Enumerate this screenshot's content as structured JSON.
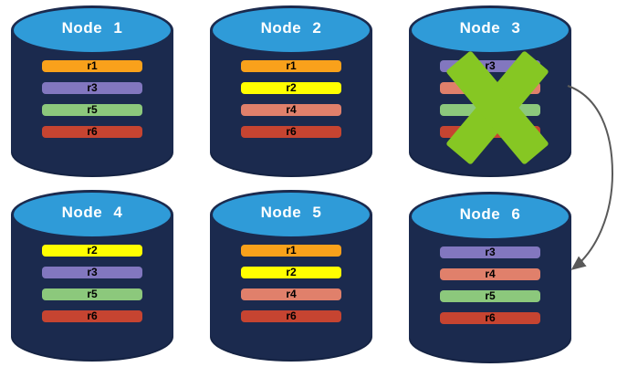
{
  "diagram": {
    "description": "Replica placement across six database nodes; Node 3 has failed and its replicas are redirected to Node 6",
    "colors": {
      "cylinder_body": "#1B2A4E",
      "cylinder_top": "#2F9BD8",
      "title_text": "#FFFFFF",
      "bar_text": "#000000",
      "failure_x": "#86C723",
      "arrow": "#595959"
    },
    "arrow": {
      "from": "Node 3",
      "to": "Node 6"
    },
    "nodes": [
      {
        "title": "Node 1",
        "failed": false,
        "replicas": [
          {
            "label": "r1",
            "color": "#F9A11B"
          },
          {
            "label": "r3",
            "color": "#8277BF"
          },
          {
            "label": "r5",
            "color": "#8CC87C"
          },
          {
            "label": "r6",
            "color": "#C64431"
          }
        ]
      },
      {
        "title": "Node 2",
        "failed": false,
        "replicas": [
          {
            "label": "r1",
            "color": "#F9A11B"
          },
          {
            "label": "r2",
            "color": "#FFFF00"
          },
          {
            "label": "r4",
            "color": "#E0806B"
          },
          {
            "label": "r6",
            "color": "#C64431"
          }
        ]
      },
      {
        "title": "Node 3",
        "failed": true,
        "replicas": [
          {
            "label": "r3",
            "color": "#8277BF"
          },
          {
            "label": "r4",
            "color": "#E0806B"
          },
          {
            "label": "r5",
            "color": "#8CC87C"
          },
          {
            "label": "r6",
            "color": "#C64431"
          }
        ]
      },
      {
        "title": "Node 4",
        "failed": false,
        "replicas": [
          {
            "label": "r2",
            "color": "#FFFF00"
          },
          {
            "label": "r3",
            "color": "#8277BF"
          },
          {
            "label": "r5",
            "color": "#8CC87C"
          },
          {
            "label": "r6",
            "color": "#C64431"
          }
        ]
      },
      {
        "title": "Node 5",
        "failed": false,
        "replicas": [
          {
            "label": "r1",
            "color": "#F9A11B"
          },
          {
            "label": "r2",
            "color": "#FFFF00"
          },
          {
            "label": "r4",
            "color": "#E0806B"
          },
          {
            "label": "r6",
            "color": "#C64431"
          }
        ]
      },
      {
        "title": "Node 6",
        "failed": false,
        "replicas": [
          {
            "label": "r3",
            "color": "#8277BF"
          },
          {
            "label": "r4",
            "color": "#E0806B"
          },
          {
            "label": "r5",
            "color": "#8CC87C"
          },
          {
            "label": "r6",
            "color": "#C64431"
          }
        ]
      }
    ]
  }
}
